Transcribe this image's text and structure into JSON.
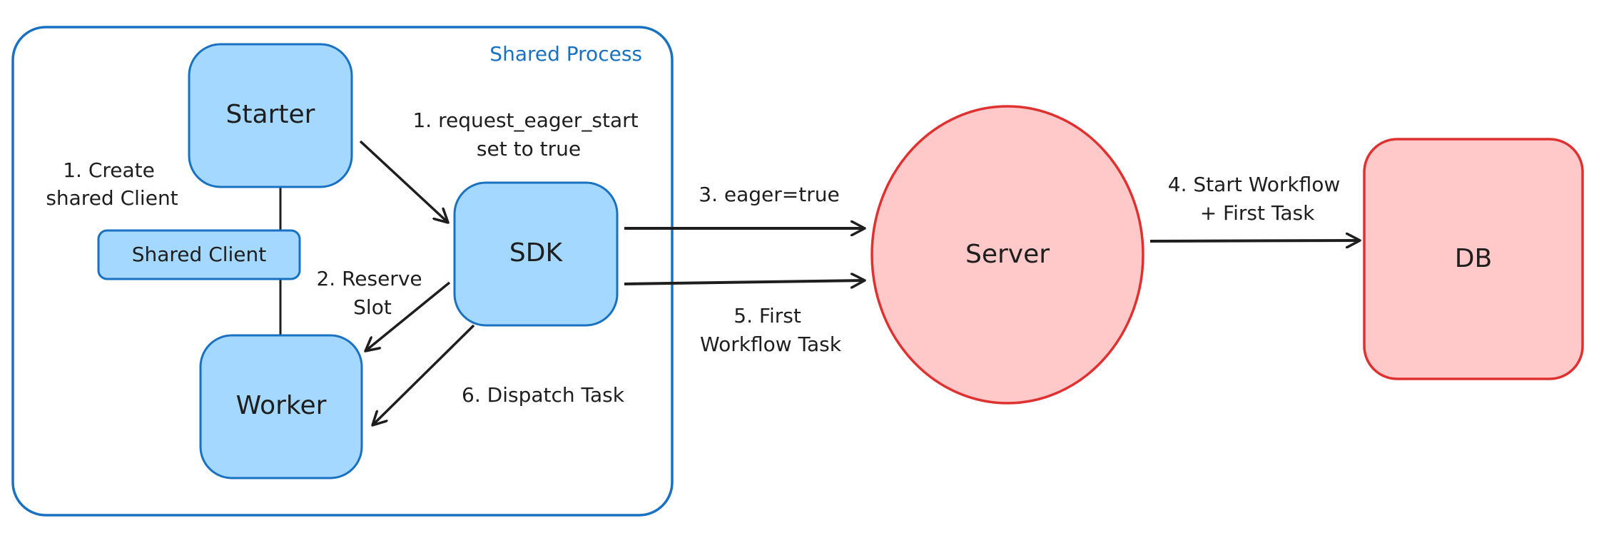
{
  "colors": {
    "process_stroke": "#1971c2",
    "process_label": "#1971c2",
    "node_fill_blue": "#a5d8ff",
    "node_stroke_blue": "#1971c2",
    "node_fill_red": "#ffc9c9",
    "node_stroke_red": "#e03131",
    "arrow": "#1e1e1e",
    "text": "#1e1e1e"
  },
  "group": {
    "label": "Shared Process"
  },
  "nodes": {
    "starter": "Starter",
    "shared_client": "Shared Client",
    "worker": "Worker",
    "sdk": "SDK",
    "server": "Server",
    "db": "DB"
  },
  "edges": {
    "create_client": {
      "line1": "1. Create",
      "line2": "shared Client"
    },
    "request_eager": {
      "line1": "1. request_eager_start",
      "line2": "set to true"
    },
    "reserve_slot": {
      "line1": "2. Reserve",
      "line2": "Slot"
    },
    "eager_true": {
      "line1": "3. eager=true"
    },
    "start_workflow": {
      "line1": "4. Start Workflow",
      "line2": "+ First Task"
    },
    "first_task": {
      "line1": "5. First",
      "line2": "Workflow Task"
    },
    "dispatch_task": {
      "line1": "6. Dispatch Task"
    }
  }
}
